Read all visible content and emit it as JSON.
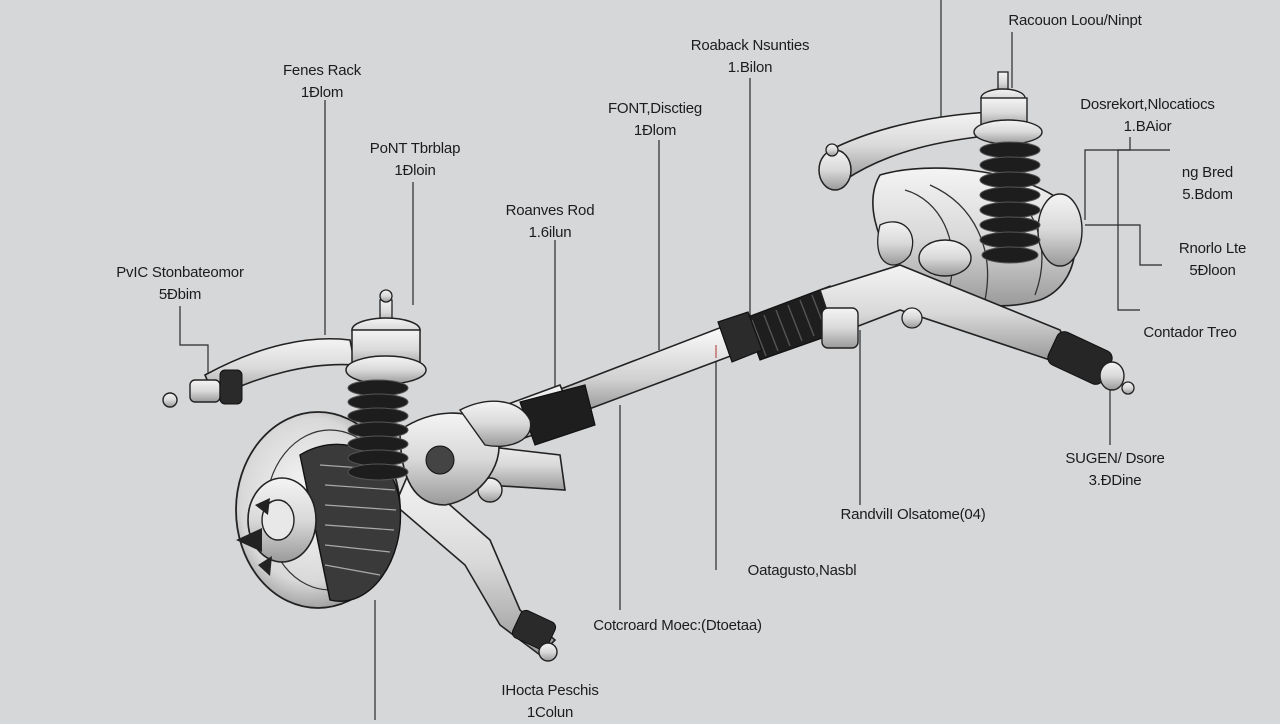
{
  "labels": {
    "fenes_rack": {
      "title": "Fenes Rack",
      "value": "1Đlom"
    },
    "font_tbrblap": {
      "title": "PoNT Tbrblap",
      "value": "1Đloin"
    },
    "rac_stonbateomor": {
      "title": "PvIC Stonbateomor",
      "value": "5Đbim"
    },
    "roanves_rod": {
      "title": "Roanves Rod",
      "value": "1.6ilun"
    },
    "font_disctieg": {
      "title": "FONT,Disctieg",
      "value": "1Đlom"
    },
    "roaback_msuntios": {
      "title": "Roaback Nsunties",
      "value": "1.Bilon"
    },
    "racouon_looty": {
      "title": "Racouon Loou/Ninpt",
      "value": ""
    },
    "dosrekort_mocatioc": {
      "title": "Dosrekort,Nlocatiocs",
      "value": "1.BAior"
    },
    "ng_bred": {
      "title": "ng Bred",
      "value": "5.Bdom"
    },
    "rnorlo_ite": {
      "title": "Rnorlo Lte",
      "value": "5Đloon"
    },
    "contador_treo": {
      "title": "Contador Treo",
      "value": ""
    },
    "sugen_dsore": {
      "title": "SUGEN/ Dsore",
      "value": "3.ĐDine"
    },
    "randvill_olsatone": {
      "title": "RandvilI Olsatome(04)",
      "value": ""
    },
    "oatagusto_nsasbl": {
      "title": "Oatagusto,Nasbl",
      "value": ""
    },
    "cotcroard_moec": {
      "title": "Cotcroard Moec:(Dtoetaa)",
      "value": ""
    },
    "ihocta_peschis": {
      "title": "IHocta Peschis",
      "value": "1Colun"
    }
  }
}
